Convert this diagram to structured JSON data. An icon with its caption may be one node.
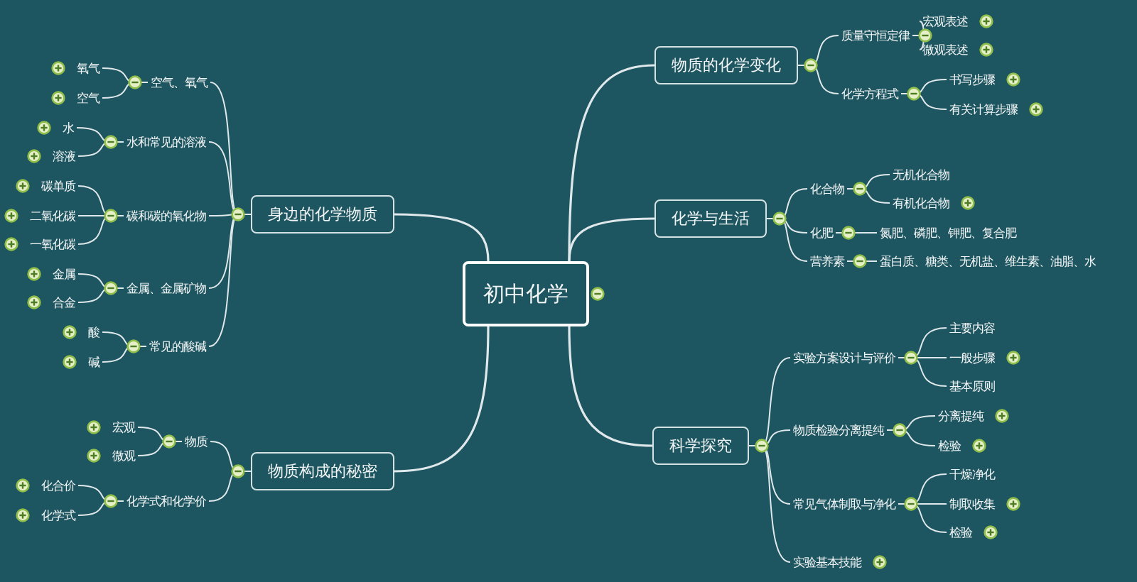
{
  "diagram": {
    "nodes": [
      {
        "text": [
          "初中化学"
        ]
      },
      {
        "text": [
          "物质的化学变化"
        ]
      },
      {
        "text": [
          "质量守恒定律"
        ]
      },
      {
        "text": [
          "宏观表述"
        ]
      },
      {
        "text": [
          "微观表述"
        ]
      },
      {
        "text": [
          "化学方程式"
        ]
      },
      {
        "text": [
          "书写步骤"
        ]
      },
      {
        "text": [
          "有关计算步骤"
        ]
      },
      {
        "text": [
          "化学与生活"
        ]
      },
      {
        "text": [
          "化合物"
        ]
      },
      {
        "text": [
          "无机化合物"
        ]
      },
      {
        "text": [
          "有机化合物"
        ]
      },
      {
        "text": [
          "化肥"
        ]
      },
      {
        "text": [
          "氮肥、磷肥、钾肥、复合肥"
        ]
      },
      {
        "text": [
          "营养素"
        ]
      },
      {
        "text": [
          "蛋白质、糖类、无机盐、维生素、油脂、水"
        ]
      },
      {
        "text": [
          "科学探究"
        ]
      },
      {
        "text": [
          "实验方案设计与评价"
        ]
      },
      {
        "text": [
          "主要内容"
        ]
      },
      {
        "text": [
          "一般步骤"
        ]
      },
      {
        "text": [
          "基本原则"
        ]
      },
      {
        "text": [
          "物质检验分离提纯"
        ]
      },
      {
        "text": [
          "分离提纯"
        ]
      },
      {
        "text": [
          "检验"
        ]
      },
      {
        "text": [
          "常见气体制取与净化"
        ]
      },
      {
        "text": [
          "干燥净化"
        ]
      },
      {
        "text": [
          "制取收集"
        ]
      },
      {
        "text": [
          "检验"
        ]
      },
      {
        "text": [
          "实验基本技能"
        ]
      },
      {
        "text": [
          "身边的化学物质"
        ]
      },
      {
        "text": [
          "空气、氧气"
        ]
      },
      {
        "text": [
          "氧气"
        ]
      },
      {
        "text": [
          "空气"
        ]
      },
      {
        "text": [
          "水和常见的溶液"
        ]
      },
      {
        "text": [
          "水"
        ]
      },
      {
        "text": [
          "溶液"
        ]
      },
      {
        "text": [
          "碳和碳的氧化物"
        ]
      },
      {
        "text": [
          "碳单质"
        ]
      },
      {
        "text": [
          "二氧化碳"
        ]
      },
      {
        "text": [
          "一氧化碳"
        ]
      },
      {
        "text": [
          "金属、金属矿物"
        ]
      },
      {
        "text": [
          "金属"
        ]
      },
      {
        "text": [
          "合金"
        ]
      },
      {
        "text": [
          "常见的酸碱"
        ]
      },
      {
        "text": [
          "酸"
        ]
      },
      {
        "text": [
          "碱"
        ]
      },
      {
        "text": [
          "物质构成的秘密"
        ]
      },
      {
        "text": [
          "物质"
        ]
      },
      {
        "text": [
          "宏观"
        ]
      },
      {
        "text": [
          "微观"
        ]
      },
      {
        "text": [
          "化学式和化学价"
        ]
      },
      {
        "text": [
          "化合价"
        ]
      },
      {
        "text": [
          "化学式"
        ]
      }
    ],
    "edges": [
      {
        "from": 0,
        "to": 1,
        "arrow": "none"
      },
      {
        "from": 1,
        "to": 2,
        "arrow": "none"
      },
      {
        "from": 2,
        "to": 3,
        "arrow": "none"
      },
      {
        "from": 2,
        "to": 4,
        "arrow": "none"
      },
      {
        "from": 1,
        "to": 5,
        "arrow": "none"
      },
      {
        "from": 5,
        "to": 6,
        "arrow": "none"
      },
      {
        "from": 5,
        "to": 7,
        "arrow": "none"
      },
      {
        "from": 0,
        "to": 8,
        "arrow": "none"
      },
      {
        "from": 8,
        "to": 9,
        "arrow": "none"
      },
      {
        "from": 9,
        "to": 10,
        "arrow": "none"
      },
      {
        "from": 9,
        "to": 11,
        "arrow": "none"
      },
      {
        "from": 8,
        "to": 12,
        "arrow": "none"
      },
      {
        "from": 12,
        "to": 13,
        "arrow": "none"
      },
      {
        "from": 8,
        "to": 14,
        "arrow": "none"
      },
      {
        "from": 14,
        "to": 15,
        "arrow": "none"
      },
      {
        "from": 0,
        "to": 16,
        "arrow": "none"
      },
      {
        "from": 16,
        "to": 17,
        "arrow": "none"
      },
      {
        "from": 17,
        "to": 18,
        "arrow": "none"
      },
      {
        "from": 17,
        "to": 19,
        "arrow": "none"
      },
      {
        "from": 17,
        "to": 20,
        "arrow": "none"
      },
      {
        "from": 16,
        "to": 21,
        "arrow": "none"
      },
      {
        "from": 21,
        "to": 22,
        "arrow": "none"
      },
      {
        "from": 21,
        "to": 23,
        "arrow": "none"
      },
      {
        "from": 16,
        "to": 24,
        "arrow": "none"
      },
      {
        "from": 24,
        "to": 25,
        "arrow": "none"
      },
      {
        "from": 24,
        "to": 26,
        "arrow": "none"
      },
      {
        "from": 24,
        "to": 27,
        "arrow": "none"
      },
      {
        "from": 16,
        "to": 28,
        "arrow": "none"
      },
      {
        "from": 0,
        "to": 29,
        "arrow": "none"
      },
      {
        "from": 29,
        "to": 30,
        "arrow": "none"
      },
      {
        "from": 30,
        "to": 31,
        "arrow": "none"
      },
      {
        "from": 30,
        "to": 32,
        "arrow": "none"
      },
      {
        "from": 29,
        "to": 33,
        "arrow": "none"
      },
      {
        "from": 33,
        "to": 34,
        "arrow": "none"
      },
      {
        "from": 33,
        "to": 35,
        "arrow": "none"
      },
      {
        "from": 29,
        "to": 36,
        "arrow": "none"
      },
      {
        "from": 36,
        "to": 37,
        "arrow": "none"
      },
      {
        "from": 36,
        "to": 38,
        "arrow": "none"
      },
      {
        "from": 36,
        "to": 39,
        "arrow": "none"
      },
      {
        "from": 29,
        "to": 40,
        "arrow": "none"
      },
      {
        "from": 40,
        "to": 41,
        "arrow": "none"
      },
      {
        "from": 40,
        "to": 42,
        "arrow": "none"
      },
      {
        "from": 29,
        "to": 43,
        "arrow": "none"
      },
      {
        "from": 43,
        "to": 44,
        "arrow": "none"
      },
      {
        "from": 43,
        "to": 45,
        "arrow": "none"
      },
      {
        "from": 0,
        "to": 46,
        "arrow": "none"
      },
      {
        "from": 46,
        "to": 47,
        "arrow": "none"
      },
      {
        "from": 47,
        "to": 48,
        "arrow": "none"
      },
      {
        "from": 47,
        "to": 49,
        "arrow": "none"
      },
      {
        "from": 46,
        "to": 50,
        "arrow": "none"
      },
      {
        "from": 50,
        "to": 51,
        "arrow": "none"
      },
      {
        "from": 50,
        "to": 52,
        "arrow": "none"
      }
    ]
  }
}
